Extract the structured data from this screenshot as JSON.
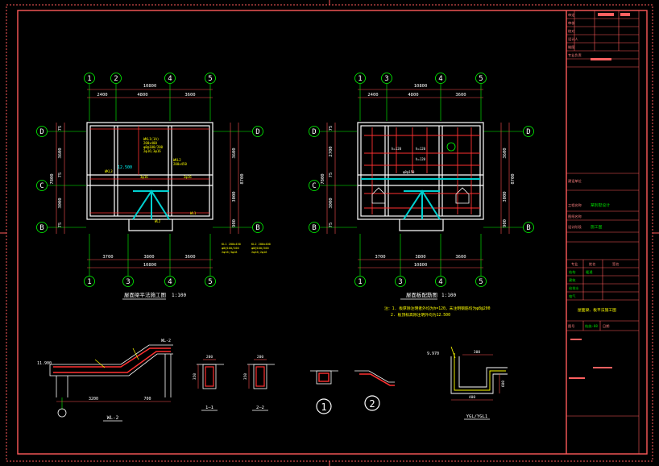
{
  "colors": {
    "frame": "#ff5a5a",
    "wall": "#ffffff",
    "axis": "#00ff00",
    "dim": "#ff5050",
    "label": "#ffff00",
    "beam": "#00d0d0",
    "panel_text": "#ff8080",
    "panel_green": "#00dd00"
  },
  "plan1": {
    "title": "屋面梁平法施工图",
    "scale": "1:100",
    "top_axes": [
      "1",
      "2",
      "4",
      "5"
    ],
    "bottom_axes": [
      "1",
      "3",
      "4",
      "5"
    ],
    "left_axes": [
      "D",
      "C",
      "B"
    ],
    "right_axes": [
      "D",
      "B"
    ],
    "top_total": "10800",
    "top_dims": [
      "2400",
      "4800",
      "3600"
    ],
    "bottom_dims": [
      "3700",
      "3800",
      "3600"
    ],
    "bottom_total": "10800",
    "left_dims": [
      "75",
      "3600",
      "75",
      "3000",
      "75"
    ],
    "left_total": "7800",
    "right_dims": [
      "3600",
      "3000",
      "900"
    ],
    "right_total": "8700",
    "elev": "12.500"
  },
  "plan2": {
    "title": "屋面板配筋图",
    "scale": "1:100",
    "top_axes": [
      "1",
      "3",
      "4",
      "5"
    ],
    "bottom_axes": [
      "1",
      "3",
      "4",
      "5"
    ],
    "left_axes": [
      "D",
      "C",
      "B"
    ],
    "right_axes": [
      "D",
      "B"
    ],
    "top_total": "10800",
    "top_dims": [
      "2400",
      "4800",
      "3600"
    ],
    "bottom_dims": [
      "3700",
      "3800",
      "3600"
    ],
    "bottom_total": "10800",
    "left_dims": [
      "75",
      "2700",
      "75",
      "3000",
      "75"
    ],
    "left_total": "7800",
    "right_dims": [
      "3600",
      "3000",
      "900"
    ],
    "right_total": "8700",
    "notes": [
      "注：1. 板厚除注明者外均为h=120，未注明钢筋均为φ8@200",
      "2. 板顶标高除注明外均为12.500"
    ]
  },
  "details": {
    "wl2_label": "WL-2",
    "wl2_dims": [
      "3200",
      "700"
    ],
    "wl2_elev": "11.900",
    "sec1_label": "1—1",
    "sec2_label": "2—2",
    "sec_dims": [
      "200",
      "350"
    ],
    "circle1": "1",
    "circle2": "2",
    "ygl_label": "YGL/YGL1",
    "ygl_elev": "9.970",
    "ygl_dims": [
      "300",
      "600",
      "400"
    ],
    "callout": "WL-2"
  },
  "panel": {
    "top_rows": [
      "审定",
      "审核",
      "校对",
      "设计人",
      "制图",
      "专业负责"
    ],
    "section1_label": "建设单位",
    "project_label": "工程名称",
    "project_name": "某别墅设计",
    "drawing_label": "图纸名称",
    "stage_label": "设计阶段",
    "stage_value": "施工图",
    "roles": [
      "专业",
      "姓名",
      "签名"
    ],
    "role_rows": [
      "结构",
      "建筑",
      "给排水",
      "电气",
      "暖通"
    ],
    "title_value": "屋面梁、板平法施工图",
    "drawing_no_label": "图号",
    "drawing_no": "结施-08",
    "date_label": "日期"
  }
}
